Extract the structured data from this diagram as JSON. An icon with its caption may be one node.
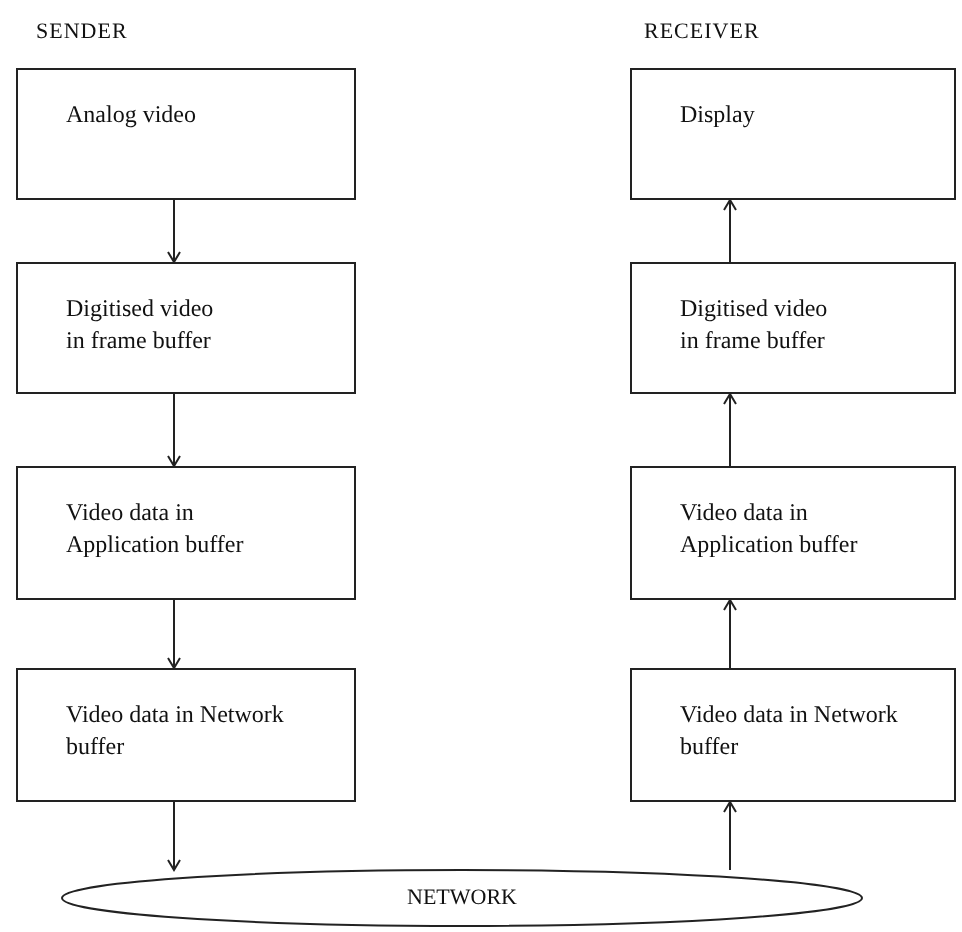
{
  "diagram": {
    "nodes": [
      {
        "text": [
          "Analog video"
        ]
      },
      {
        "text": [
          "Digitised video in frame buffer"
        ]
      },
      {
        "text": [
          "Video data in Application buffer"
        ]
      },
      {
        "text": [
          "Video data in Network buffer"
        ]
      },
      {
        "text": [
          "Display"
        ]
      },
      {
        "text": [
          "Digitised video in frame buffer"
        ]
      },
      {
        "text": [
          "Video data in Application buffer"
        ]
      },
      {
        "text": [
          "Video data in Network buffer"
        ]
      },
      {
        "text": [
          "NETWORK"
        ]
      }
    ],
    "edges": [
      {
        "from": 0,
        "to": 1,
        "arrow": "to"
      },
      {
        "from": 1,
        "to": 2,
        "arrow": "to"
      },
      {
        "from": 2,
        "to": 3,
        "arrow": "to"
      },
      {
        "from": 3,
        "to": 8,
        "arrow": "to"
      },
      {
        "from": 8,
        "to": 7,
        "arrow": "to"
      },
      {
        "from": 7,
        "to": 6,
        "arrow": "to"
      },
      {
        "from": 6,
        "to": 5,
        "arrow": "to"
      },
      {
        "from": 5,
        "to": 4,
        "arrow": "to"
      }
    ],
    "labels": [
      "SENDER",
      "RECEIVER"
    ]
  }
}
